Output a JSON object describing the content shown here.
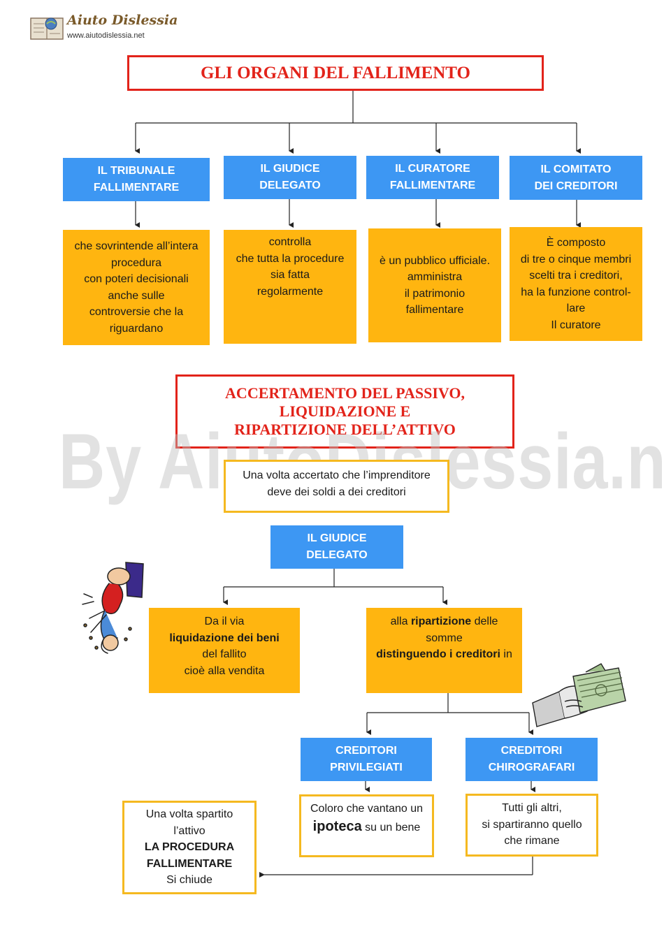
{
  "header": {
    "logo_title": "Aiuto Dislessia",
    "logo_url": "www.aiutodislessia.net"
  },
  "watermark": "By AiutoDislessia.net",
  "section1": {
    "title": "GLI ORGANI DEL FALLIMENTO",
    "organs": [
      {
        "name_line1": "IL TRIBUNALE",
        "name_line2": "FALLIMENTARE",
        "description": "che sovrintende all’intera\nprocedura\ncon poteri decisionali\nanche sulle\ncontroversie che la\nriguardano"
      },
      {
        "name_line1": "IL GIUDICE",
        "name_line2": "DELEGATO",
        "description": "controlla\nche tutta la procedure\nsia fatta\nregolarmente"
      },
      {
        "name_line1": "IL CURATORE",
        "name_line2": "FALLIMENTARE",
        "description": "è un pubblico ufficiale.\namministra\nil patrimonio\nfallimentare"
      },
      {
        "name_line1": "IL COMITATO",
        "name_line2": "DEI CREDITORI",
        "description": "È composto\ndi tre o cinque membri\nscelti tra i creditori,\nha la funzione control-\nlare\nIl curatore"
      }
    ]
  },
  "section2": {
    "title_line1": "ACCERTAMENTO DEL PASSIVO,",
    "title_line2": "LIQUIDAZIONE E",
    "title_line3": "RIPARTIZIONE DELL’ATTIVO",
    "intro_line1": "Una volta accertato che l’imprenditore",
    "intro_line2": "deve dei soldi   a dei creditori",
    "judge_line1": "IL GIUDICE",
    "judge_line2": "DELEGATO",
    "left_branch": {
      "line1": "Da il via",
      "line2_bold": "liquidazione dei beni",
      "line3": "del fallito",
      "line4": "cioè alla vendita"
    },
    "right_branch": {
      "line1_pre": "alla ",
      "line1_bold": "ripartizione",
      "line1_post": " delle",
      "line2": "somme",
      "line3_bold": "distinguendo i creditori",
      "line3_post": " in"
    },
    "creditors_privileged": {
      "name_line1": "CREDITORI",
      "name_line2": "PRIVILEGIATI",
      "desc_pre": "Coloro che vantano un",
      "desc_bold": "ipoteca",
      "desc_post": " su un bene"
    },
    "creditors_unsecured": {
      "name_line1": "CREDITORI",
      "name_line2": "CHIROGRAFARI",
      "desc_line1": "Tutti gli altri,",
      "desc_line2": "si spartiranno quello",
      "desc_line3": "che rimane"
    },
    "closing": {
      "line1": "Una volta spartito",
      "line2": "l’attivo",
      "line3_bold": "LA PROCEDURA",
      "line4_bold": "FALLIMENTARE",
      "line5": "Si chiude"
    }
  }
}
